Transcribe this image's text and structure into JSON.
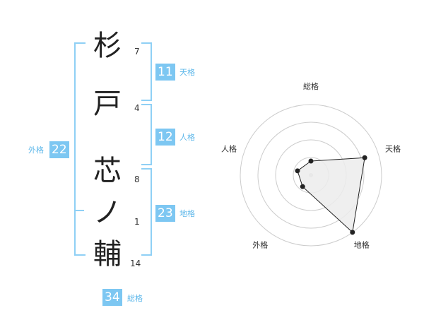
{
  "name": {
    "chars": [
      {
        "char": "杉",
        "strokes": "7"
      },
      {
        "char": "戸",
        "strokes": "4"
      },
      {
        "char": "芯",
        "strokes": "8"
      },
      {
        "char": "ノ",
        "strokes": "1"
      },
      {
        "char": "輔",
        "strokes": "14"
      }
    ]
  },
  "kaku": {
    "tenkaku": {
      "value": "11",
      "label": "天格"
    },
    "jinkaku": {
      "value": "12",
      "label": "人格"
    },
    "chikaku": {
      "value": "23",
      "label": "地格"
    },
    "gaikaku": {
      "value": "22",
      "label": "外格"
    },
    "soukaku": {
      "value": "34",
      "label": "総格"
    }
  },
  "radar": {
    "axes": [
      "総格",
      "天格",
      "地格",
      "外格",
      "人格"
    ],
    "values": [
      1,
      4,
      5,
      1,
      1
    ],
    "max": 5,
    "rings": 4,
    "colors": {
      "fill": "#ececec",
      "stroke": "#222222",
      "ring": "#cccccc",
      "center": "#cccccc"
    }
  }
}
